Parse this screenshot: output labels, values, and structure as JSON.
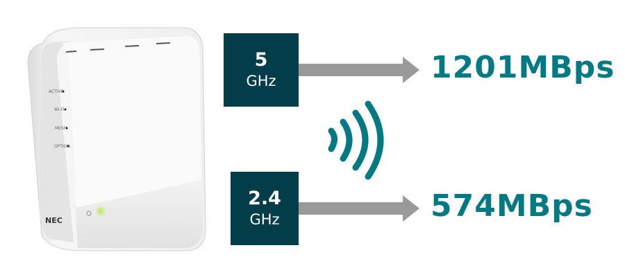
{
  "router": {
    "brand": "NEC",
    "indicators": [
      "ACTIVE",
      "Wi-Fi",
      "MESH",
      "OPTION"
    ],
    "power_led_color": "#b8ec4a"
  },
  "bands": [
    {
      "frequency": "5",
      "unit": "GHz",
      "speed": "1201MBps"
    },
    {
      "frequency": "2.4",
      "unit": "GHz",
      "speed": "574MBps"
    }
  ],
  "colors": {
    "band_box": "#033d4a",
    "speed_text": "#037a83",
    "arrow": "#9a9a9a",
    "wifi_waves": "#037a83"
  },
  "icons": {
    "signal": "wifi-waves-icon",
    "arrow": "arrow-right-icon"
  }
}
